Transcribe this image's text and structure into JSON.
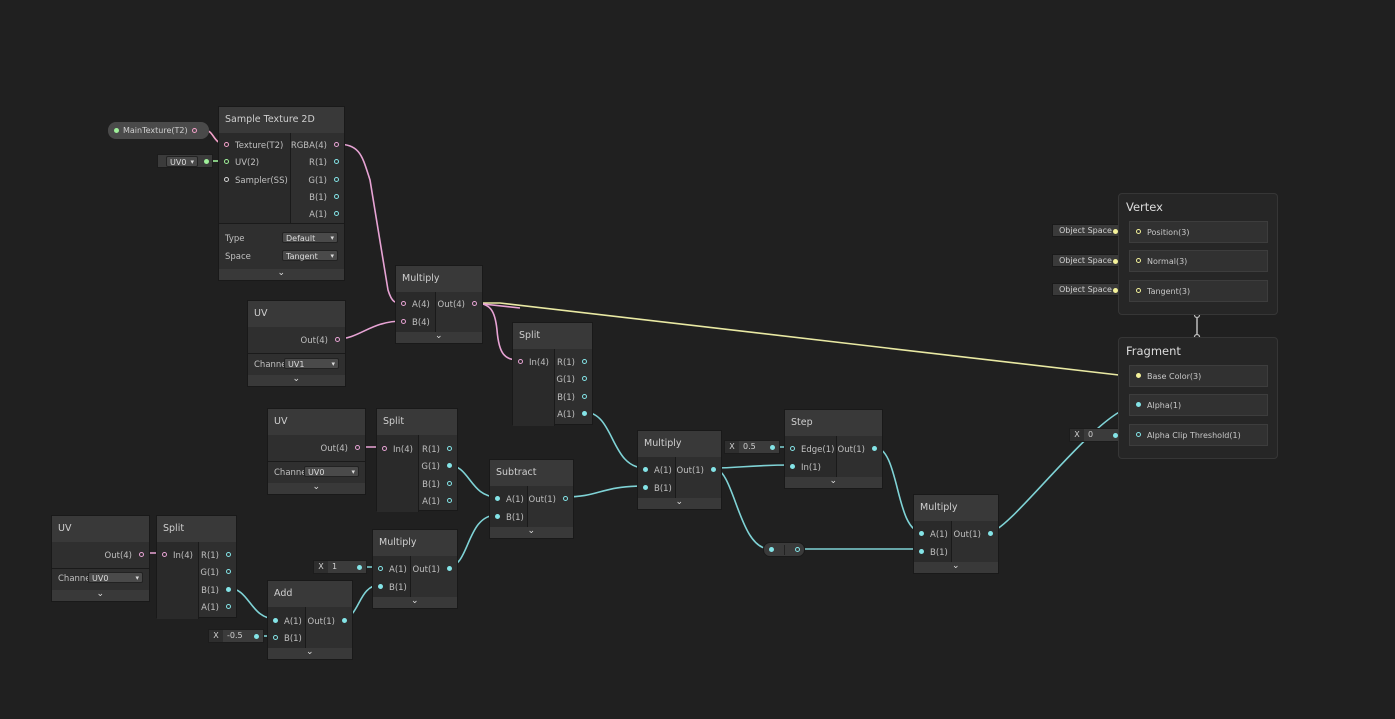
{
  "colors": {
    "texture": "#f2a0c8",
    "vec4": "#e7a3d4",
    "float": "#84e4e7",
    "vec2": "#9ff09a",
    "vec3": "#f4f29a",
    "sampler": "#d6d6d6",
    "wire_vec4": "#e7a3d4",
    "wire_float": "#7fd3d6",
    "wire_vec3": "#e9e9a3"
  },
  "property": {
    "label": "MainTexture(T2)"
  },
  "uv0_chip": {
    "label": "UV0"
  },
  "sample": {
    "title": "Sample Texture 2D",
    "in": [
      "Texture(T2)",
      "UV(2)",
      "Sampler(SS)"
    ],
    "out": [
      "RGBA(4)",
      "R(1)",
      "G(1)",
      "B(1)",
      "A(1)"
    ],
    "type_label": "Type",
    "type_value": "Default",
    "space_label": "Space",
    "space_value": "Tangent"
  },
  "uv1": {
    "title": "UV",
    "out": "Out(4)",
    "channel_label": "Channe",
    "channel_value": "UV1"
  },
  "uv2": {
    "title": "UV",
    "out": "Out(4)",
    "channel_label": "Channe",
    "channel_value": "UV0"
  },
  "uv3": {
    "title": "UV",
    "out": "Out(4)",
    "channel_label": "Channe",
    "channel_value": "UV0"
  },
  "mul1": {
    "title": "Multiply",
    "a": "A(4)",
    "b": "B(4)",
    "out": "Out(4)"
  },
  "split1": {
    "title": "Split",
    "in": "In(4)",
    "out": [
      "R(1)",
      "G(1)",
      "B(1)",
      "A(1)"
    ]
  },
  "split2": {
    "title": "Split",
    "in": "In(4)",
    "out": [
      "R(1)",
      "G(1)",
      "B(1)",
      "A(1)"
    ]
  },
  "split3": {
    "title": "Split",
    "in": "In(4)",
    "out": [
      "R(1)",
      "G(1)",
      "B(1)",
      "A(1)"
    ]
  },
  "subtract": {
    "title": "Subtract",
    "a": "A(1)",
    "b": "B(1)",
    "out": "Out(1)"
  },
  "mul2": {
    "title": "Multiply",
    "a": "A(1)",
    "b": "B(1)",
    "out": "Out(1)"
  },
  "mul3": {
    "title": "Multiply",
    "a": "A(1)",
    "b": "B(1)",
    "out": "Out(1)"
  },
  "mul4": {
    "title": "Multiply",
    "a": "A(1)",
    "b": "B(1)",
    "out": "Out(1)"
  },
  "add": {
    "title": "Add",
    "a": "A(1)",
    "b": "B(1)",
    "out": "Out(1)"
  },
  "step": {
    "title": "Step",
    "a": "Edge(1)",
    "b": "In(1)",
    "out": "Out(1)"
  },
  "chips": {
    "x": "X",
    "mul3_a": "1",
    "add_b": "-0.5",
    "step_edge": "0.5",
    "alpha_clip": "0"
  },
  "vertex": {
    "title": "Vertex",
    "slots": [
      "Position(3)",
      "Normal(3)",
      "Tangent(3)"
    ],
    "space_chip": "Object Space"
  },
  "fragment": {
    "title": "Fragment",
    "slots": [
      "Base Color(3)",
      "Alpha(1)",
      "Alpha Clip Threshold(1)"
    ]
  }
}
